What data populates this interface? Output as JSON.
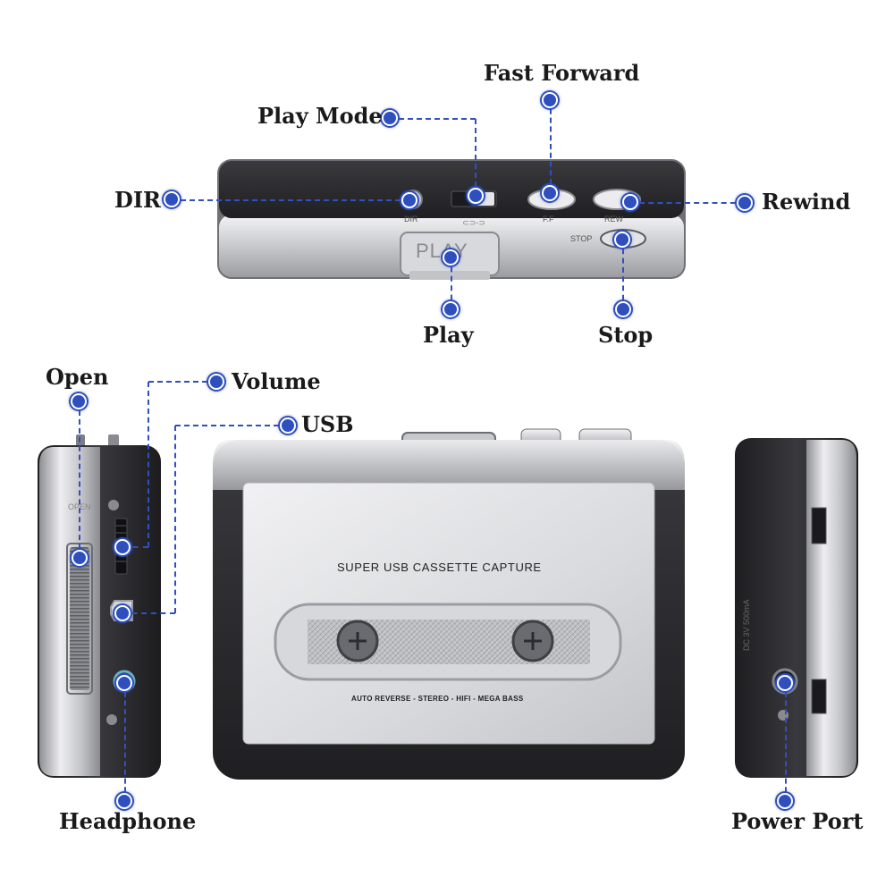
{
  "callouts": {
    "fast_forward": "Fast Forward",
    "play_mode": "Play Mode",
    "dir": "DIR",
    "rewind": "Rewind",
    "play": "Play",
    "stop": "Stop",
    "open": "Open",
    "volume": "Volume",
    "usb": "USB",
    "headphone": "Headphone",
    "power_port": "Power Port"
  },
  "device_labels": {
    "dir": "DIR",
    "ff": "F.F",
    "rew": "REW",
    "stop": "STOP",
    "play": "PLAY",
    "open": "OPEN"
  },
  "front": {
    "title": "SUPER USB CASSETTE CAPTURE",
    "features": "AUTO REVERSE - STEREO - HIFI - MEGA BASS"
  },
  "power_spec": "DC 3V  500mA",
  "colors": {
    "accent": "#2e4fbd",
    "body_dark": "#2b2b2e",
    "body_silver": "#c9cacd"
  }
}
